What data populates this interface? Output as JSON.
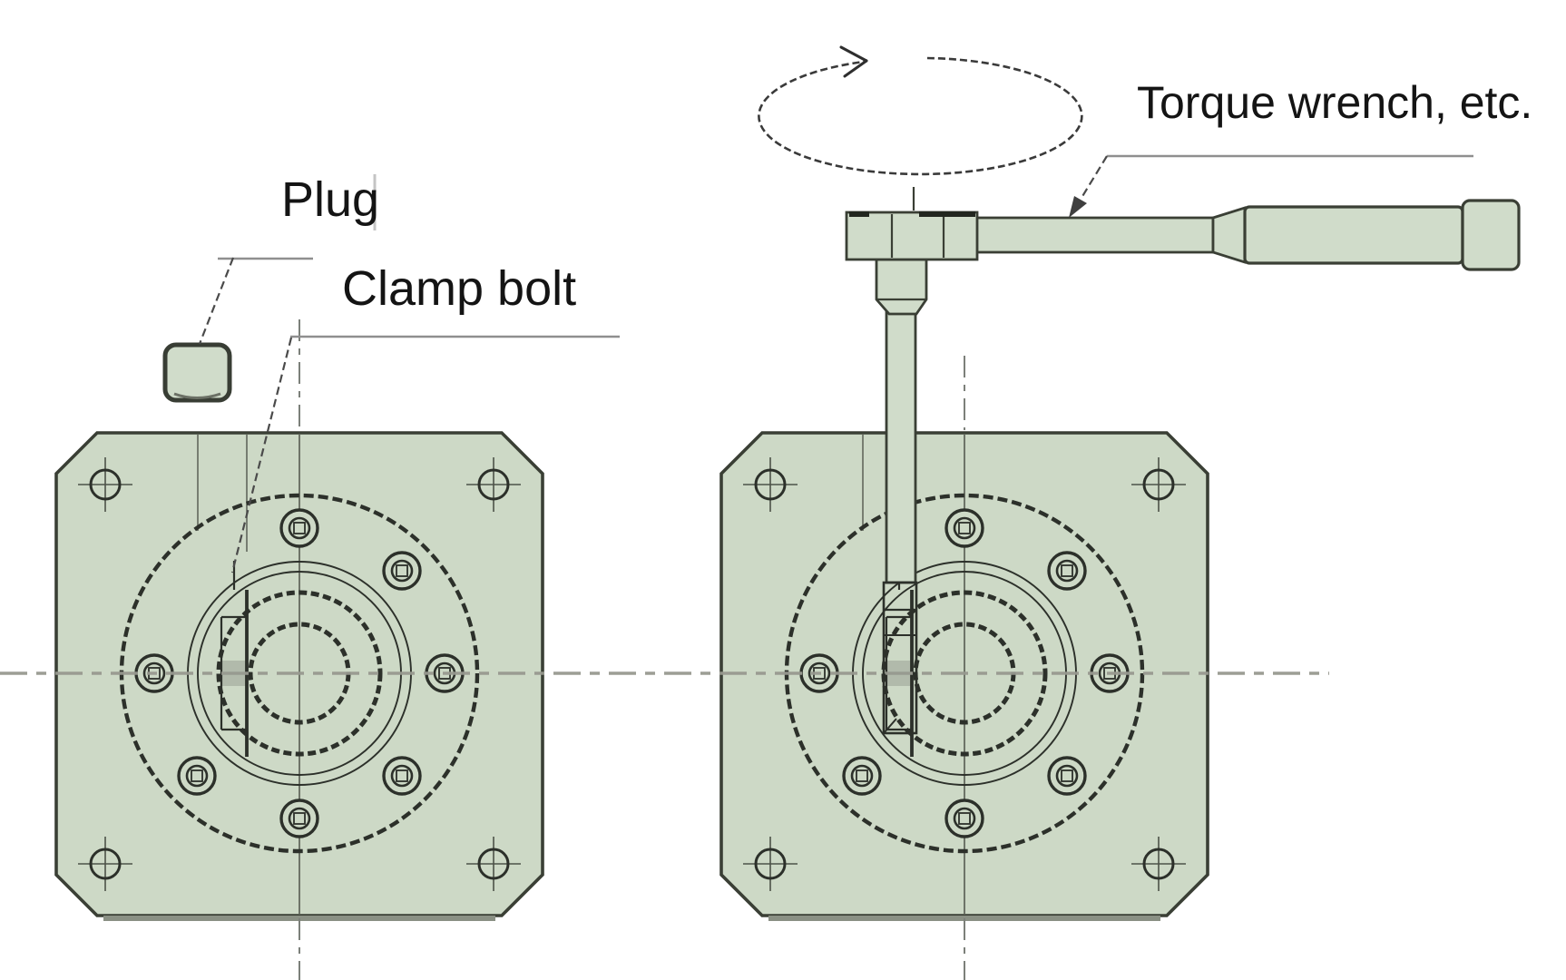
{
  "diagram": {
    "labels": {
      "plug": "Plug",
      "clamp_bolt": "Clamp bolt",
      "torque_wrench": "Torque wrench, etc."
    },
    "views": {
      "left": "flange front view with plug removed above clamp bolt hole",
      "right": "flange front view with torque wrench socket engaged on clamp bolt"
    }
  },
  "colors": {
    "background": "#ffffff",
    "plate_fill": "#cdd9c6",
    "tool_fill": "#d0dcca",
    "outline_dark": "#3a3f35",
    "circle_dark": "#2c302a",
    "centerline_gray": "#97998f",
    "leader_gray": "#8f8f8f",
    "label_text": "#141414",
    "shadow_gray": "#8a9084"
  }
}
